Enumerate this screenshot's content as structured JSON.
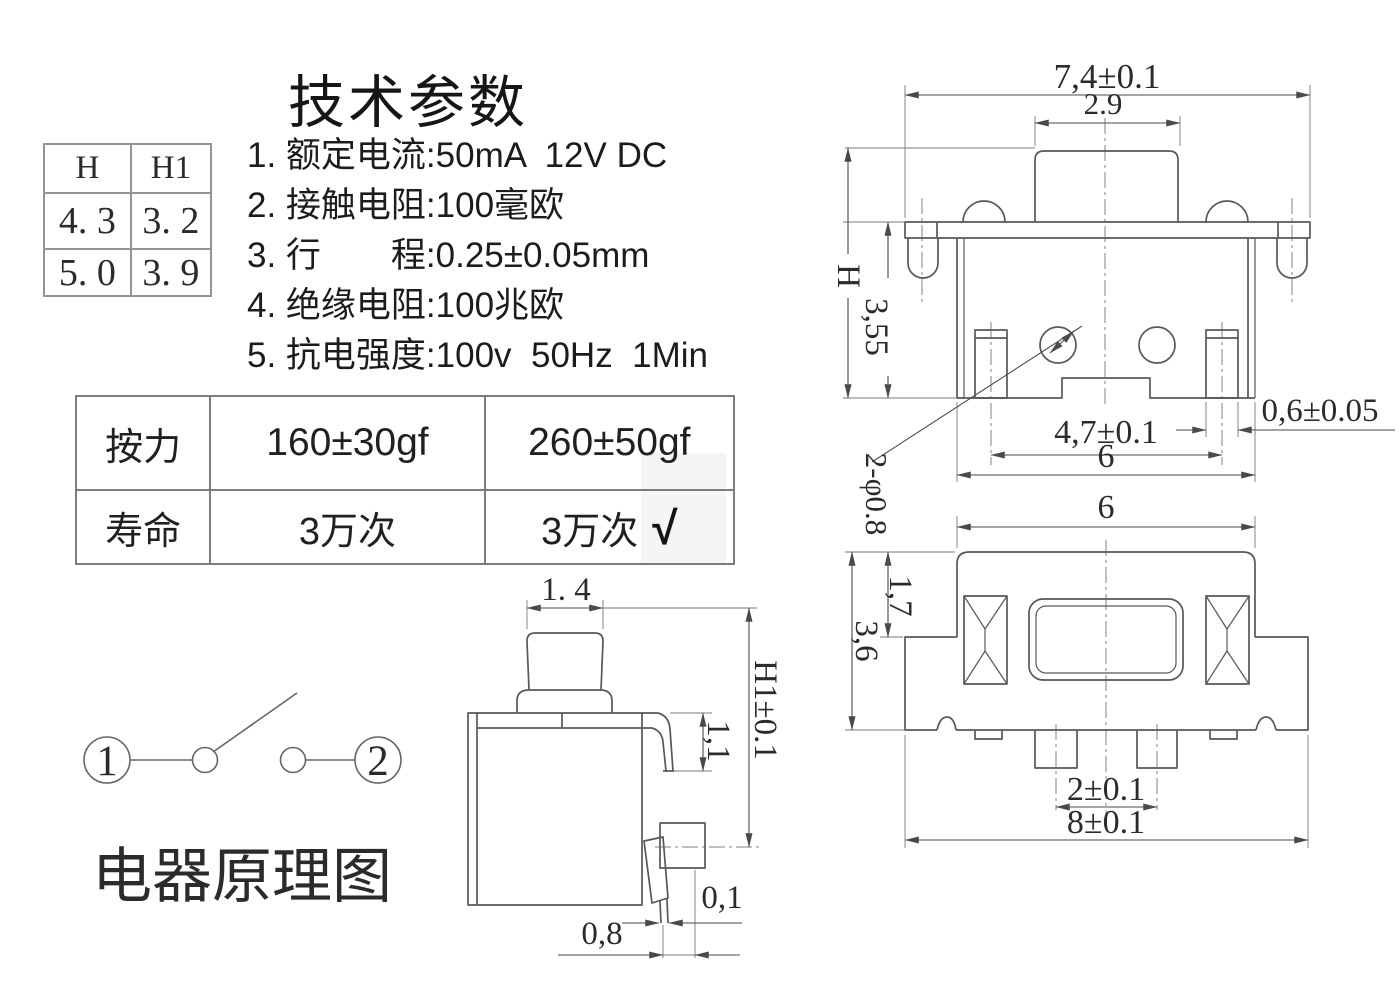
{
  "title": "技术参数",
  "specs": [
    "1. 额定电流:50mA  12V DC",
    "2. 接触电阻:100毫欧",
    "3. 行　　程:0.25±0.05mm",
    "4. 绝缘电阻:100兆欧",
    "5. 抗电强度:100v  50Hz  1Min"
  ],
  "hh1_table": {
    "headers": [
      "H",
      "H1"
    ],
    "rows": [
      [
        "4. 3",
        "3. 2"
      ],
      [
        "5. 0",
        "3. 9"
      ]
    ]
  },
  "force_table": {
    "row1": [
      "按力",
      "160±30gf",
      "260±50gf"
    ],
    "row2": [
      "寿命",
      "3万次",
      "3万次"
    ],
    "checkmark": "√"
  },
  "front_view": {
    "dims": {
      "flange_width": "7,4±0.1",
      "button_width": "2.9",
      "height_h": "H",
      "body_height": "3,55",
      "terminal_width": "0,6±0.05",
      "terminal_pitch": "4,7±0.1",
      "body_width": "6",
      "hole_callout": "2-φ0.8"
    }
  },
  "top_view": {
    "dims": {
      "body_width": "6",
      "flange_offset": "1,7",
      "depth": "3,6",
      "terminal_pitch": "2±0.1",
      "flange_width": "8±0.1"
    }
  },
  "side_view": {
    "dims": {
      "button_width": "1. 4",
      "height_h1": "H1±0.1",
      "lead_drop": "1,1",
      "tip_thickness": "0,1",
      "tip_width": "0,8"
    }
  },
  "schematic": {
    "terminal_1": "1",
    "terminal_2": "2",
    "label": "电器原理图"
  },
  "colors": {
    "part_line": "#585858",
    "dim_line": "#4a4a4a",
    "highlight_patch": "#f5f5f5"
  }
}
